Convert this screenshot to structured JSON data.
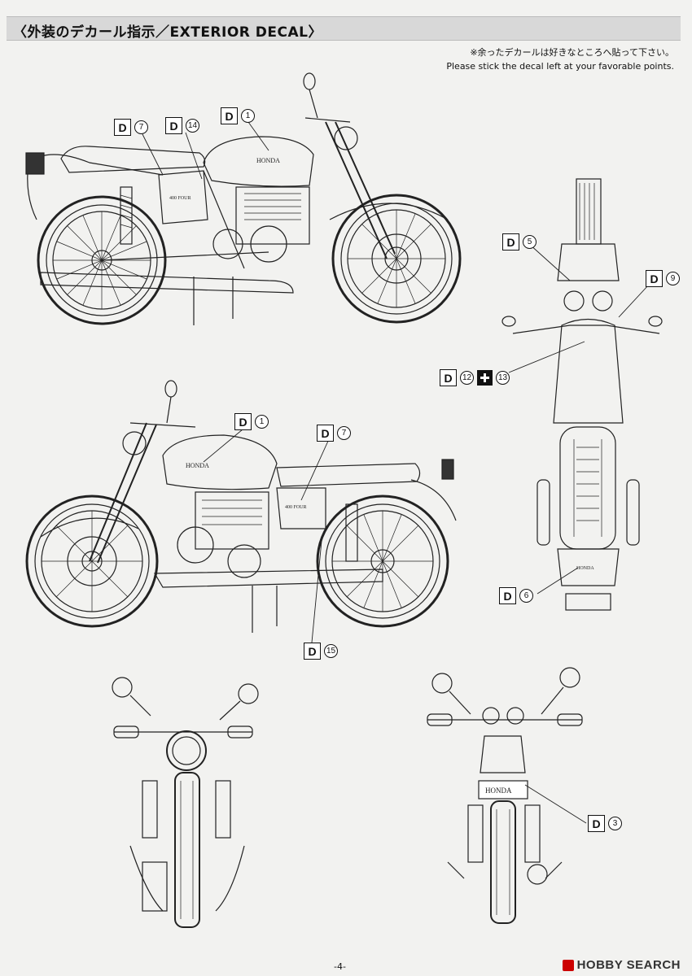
{
  "header": {
    "title": "〈外装のデカール指示／EXTERIOR DECAL〉"
  },
  "note": {
    "jp": "※余ったデカールは好きなところへ貼って下さい。",
    "en": "Please stick the decal left at your favorable points."
  },
  "decal_letter": "D",
  "callouts": {
    "side_left": [
      {
        "num": "7"
      },
      {
        "num": "14"
      },
      {
        "num": "1"
      }
    ],
    "side_right": [
      {
        "num": "1"
      },
      {
        "num": "7"
      },
      {
        "num": "15"
      }
    ],
    "top_view": [
      {
        "num": "5"
      },
      {
        "num": "9"
      },
      {
        "num": "12"
      },
      {
        "num": "13"
      },
      {
        "num": "6"
      }
    ],
    "rear_view": [
      {
        "num": "3"
      }
    ]
  },
  "bike_labels": {
    "tank_brand": "HONDA",
    "side_cover": "400 FOUR",
    "plate": "HONDA"
  },
  "footer": {
    "page": "-4-",
    "watermark": "HOBBY SEARCH"
  }
}
